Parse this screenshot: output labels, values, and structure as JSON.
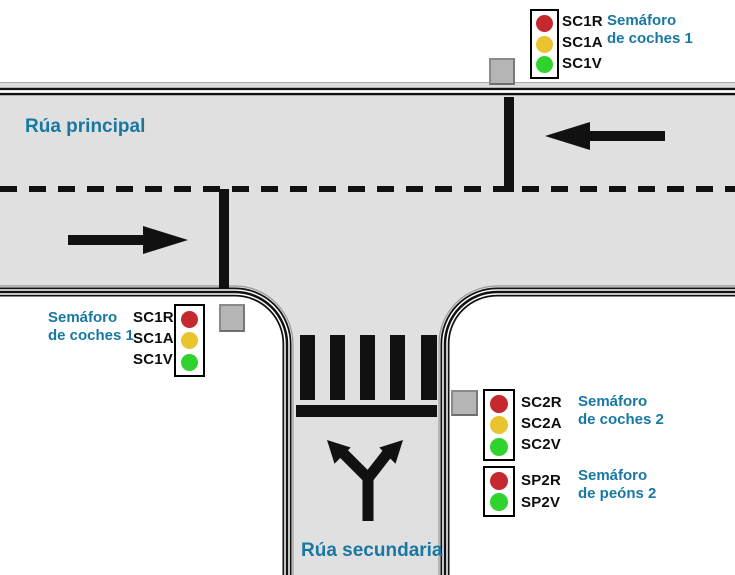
{
  "road_labels": {
    "main": "Rúa principal",
    "secondary": "Rúa secundaria"
  },
  "colors": {
    "teal": "#1878a3",
    "road_gray": "#e0e0e0",
    "sidewalk_gray": "#dcdcdc",
    "cabinet_gray": "#b5b5b5",
    "marking_black": "#111111",
    "red": "#c5282f",
    "amber": "#e9c42e",
    "green": "#2ed32e"
  },
  "signals": {
    "sc1_top": {
      "title_line1": "Semáforo",
      "title_line2": "de coches 1",
      "lights": [
        {
          "label": "SC1R",
          "color": "#c5282f"
        },
        {
          "label": "SC1A",
          "color": "#e9c42e"
        },
        {
          "label": "SC1V",
          "color": "#2ed32e"
        }
      ]
    },
    "sc1_left": {
      "title_line1": "Semáforo",
      "title_line2": "de coches 1",
      "lights": [
        {
          "label": "SC1R",
          "color": "#c5282f"
        },
        {
          "label": "SC1A",
          "color": "#e9c42e"
        },
        {
          "label": "SC1V",
          "color": "#2ed32e"
        }
      ]
    },
    "sc2": {
      "title_line1": "Semáforo",
      "title_line2": "de coches 2",
      "lights": [
        {
          "label": "SC2R",
          "color": "#c5282f"
        },
        {
          "label": "SC2A",
          "color": "#e9c42e"
        },
        {
          "label": "SC2V",
          "color": "#2ed32e"
        }
      ]
    },
    "sp2": {
      "title_line1": "Semáforo",
      "title_line2": "de peóns 2",
      "lights": [
        {
          "label": "SP2R",
          "color": "#c5282f"
        },
        {
          "label": "SP2V",
          "color": "#2ed32e"
        }
      ]
    }
  }
}
